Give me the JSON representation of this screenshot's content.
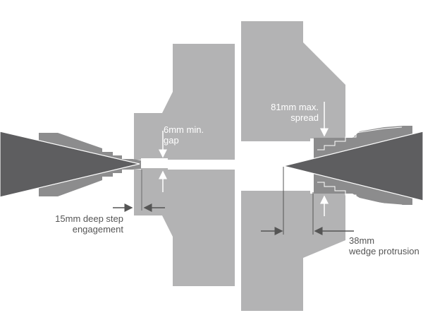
{
  "labels": {
    "min_gap": [
      "6mm min.",
      "gap"
    ],
    "step_engagement": [
      "15mm deep step",
      "engagement"
    ],
    "max_spread": [
      "81mm max.",
      "spread"
    ],
    "wedge_protrusion": [
      "38mm",
      "wedge protrusion"
    ]
  },
  "colors": {
    "block": "#b3b3b4",
    "collar": "#8c8c8d",
    "wedge": "#5e5e60",
    "arrow": "#555555"
  }
}
